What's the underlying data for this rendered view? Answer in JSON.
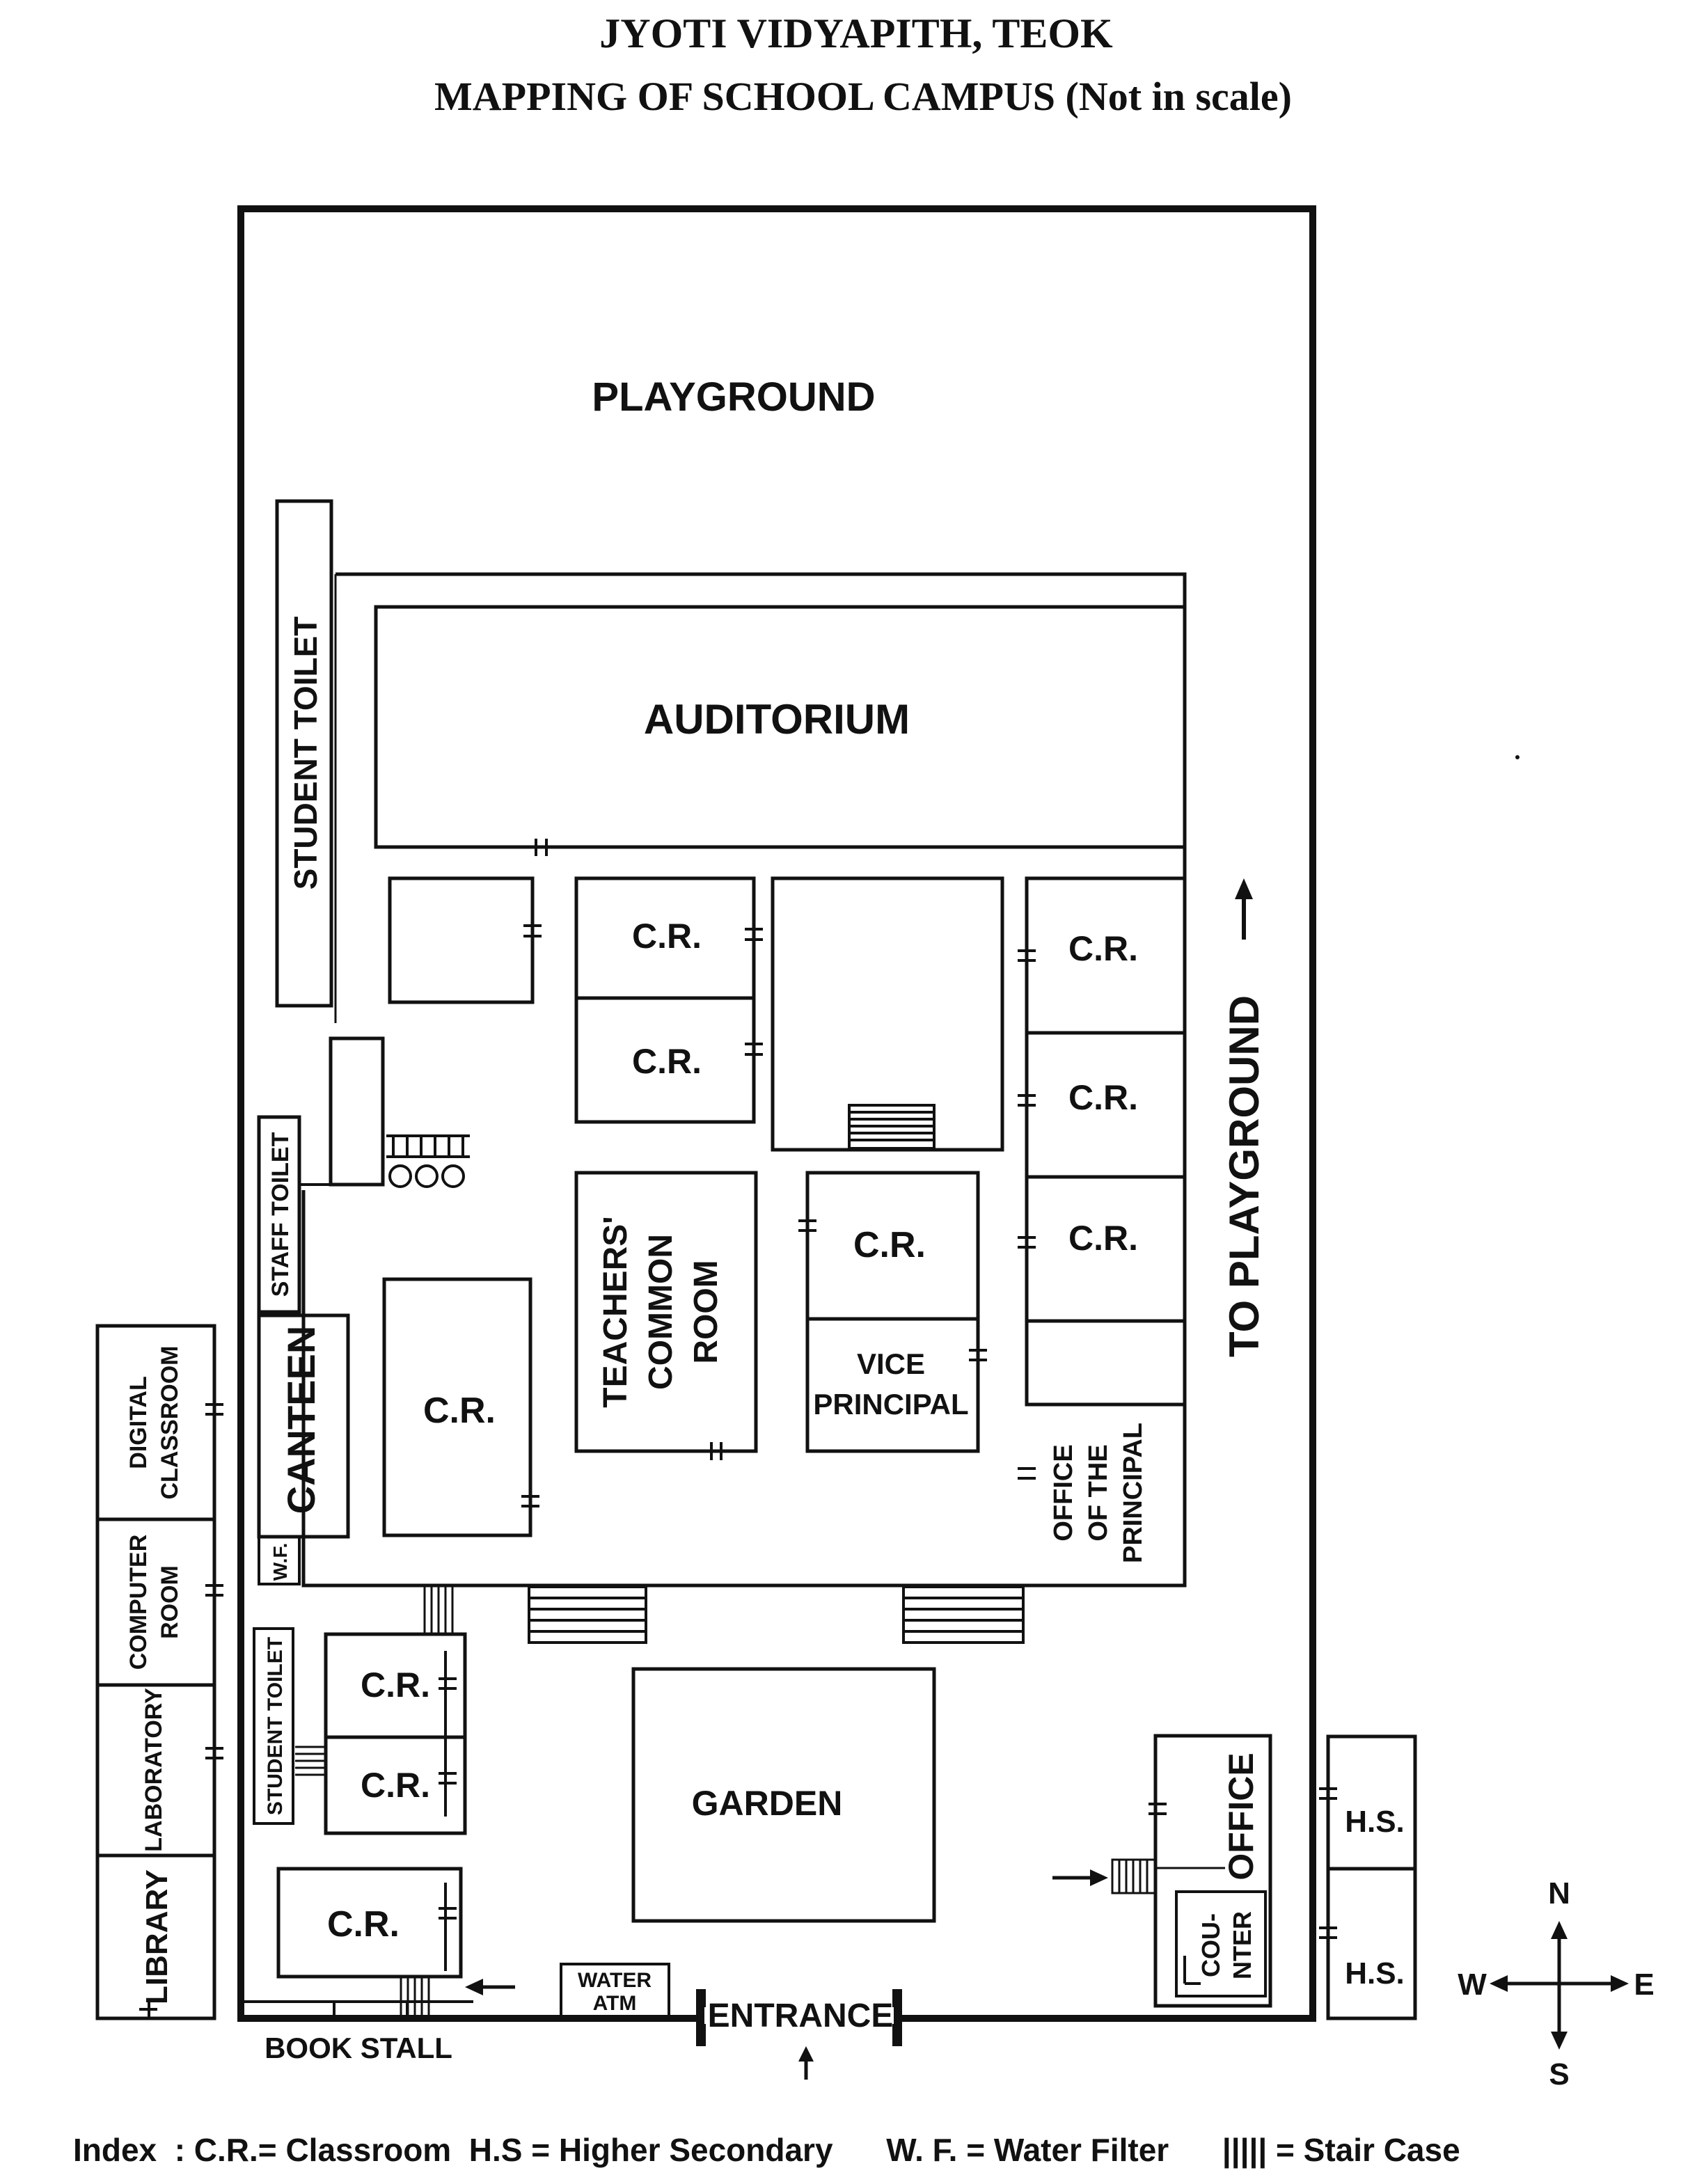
{
  "header": {
    "title": "JYOTI VIDYAPITH, TEOK",
    "subtitle": "MAPPING OF SCHOOL CAMPUS (Not in scale)"
  },
  "areas": {
    "playground": "PLAYGROUND",
    "to_playground": "TO PLAYGROUND",
    "auditorium": "AUDITORIUM",
    "student_toilet_top": "STUDENT TOILET",
    "student_toilet_lower": "STUDENT TOILET",
    "staff_toilet": "STAFF TOILET",
    "canteen": "CANTEEN",
    "water_filter": "W.F.",
    "teachers_common_room": [
      "TEACHERS'",
      "COMMON",
      "ROOM"
    ],
    "vice_principal": [
      "VICE",
      "PRINCIPAL"
    ],
    "office_of_principal": [
      "OFFICE",
      "OF THE",
      "PRINCIPAL"
    ],
    "digital_classroom": [
      "DIGITAL",
      "CLASSROOM"
    ],
    "computer_room": [
      "COMPUTER",
      "ROOM"
    ],
    "laboratory": "LABORATORY",
    "library": "LIBRARY",
    "garden": "GARDEN",
    "office": "OFFICE",
    "counter": [
      "COU-",
      "NTER"
    ],
    "hs_upper": "H.S.",
    "hs_lower": "H.S.",
    "water_atm": [
      "WATER",
      "ATM"
    ],
    "entrance": "ENTRANCE",
    "book_stall": "BOOK STALL",
    "classroom_label": "C.R."
  },
  "compass": {
    "north": "N",
    "south": "S",
    "east": "E",
    "west": "W"
  },
  "legend": {
    "index": "Index  : C.R.= Classroom  H.S = Higher Secondary      W. F. = Water Filter      ||||| = Stair Case"
  }
}
